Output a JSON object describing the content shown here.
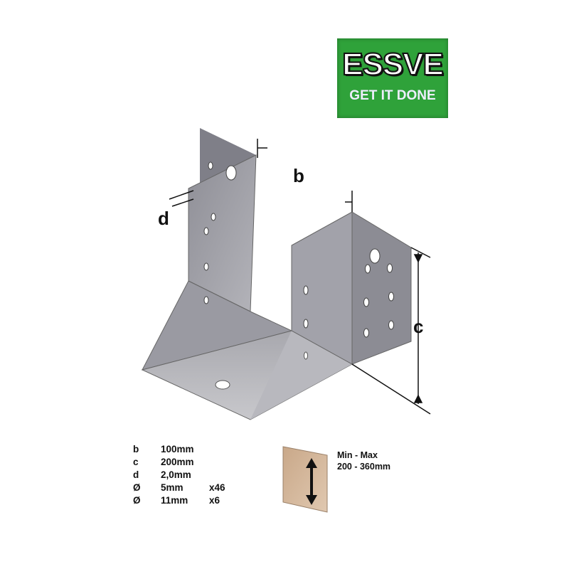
{
  "logo": {
    "brand": "ESSVE",
    "tagline": "GET IT DONE",
    "color": "#2fa23a"
  },
  "dimension_labels": {
    "b": "b",
    "c": "c",
    "d": "d"
  },
  "specs": [
    {
      "symbol": "b",
      "value": "100mm",
      "qty": ""
    },
    {
      "symbol": "c",
      "value": "200mm",
      "qty": ""
    },
    {
      "symbol": "d",
      "value": "2,0mm",
      "qty": ""
    },
    {
      "symbol": "Ø",
      "value": "5mm",
      "qty": "x46"
    },
    {
      "symbol": "Ø",
      "value": "11mm",
      "qty": "x6"
    }
  ],
  "range": {
    "title": "Min - Max",
    "value": "200 - 360mm"
  }
}
